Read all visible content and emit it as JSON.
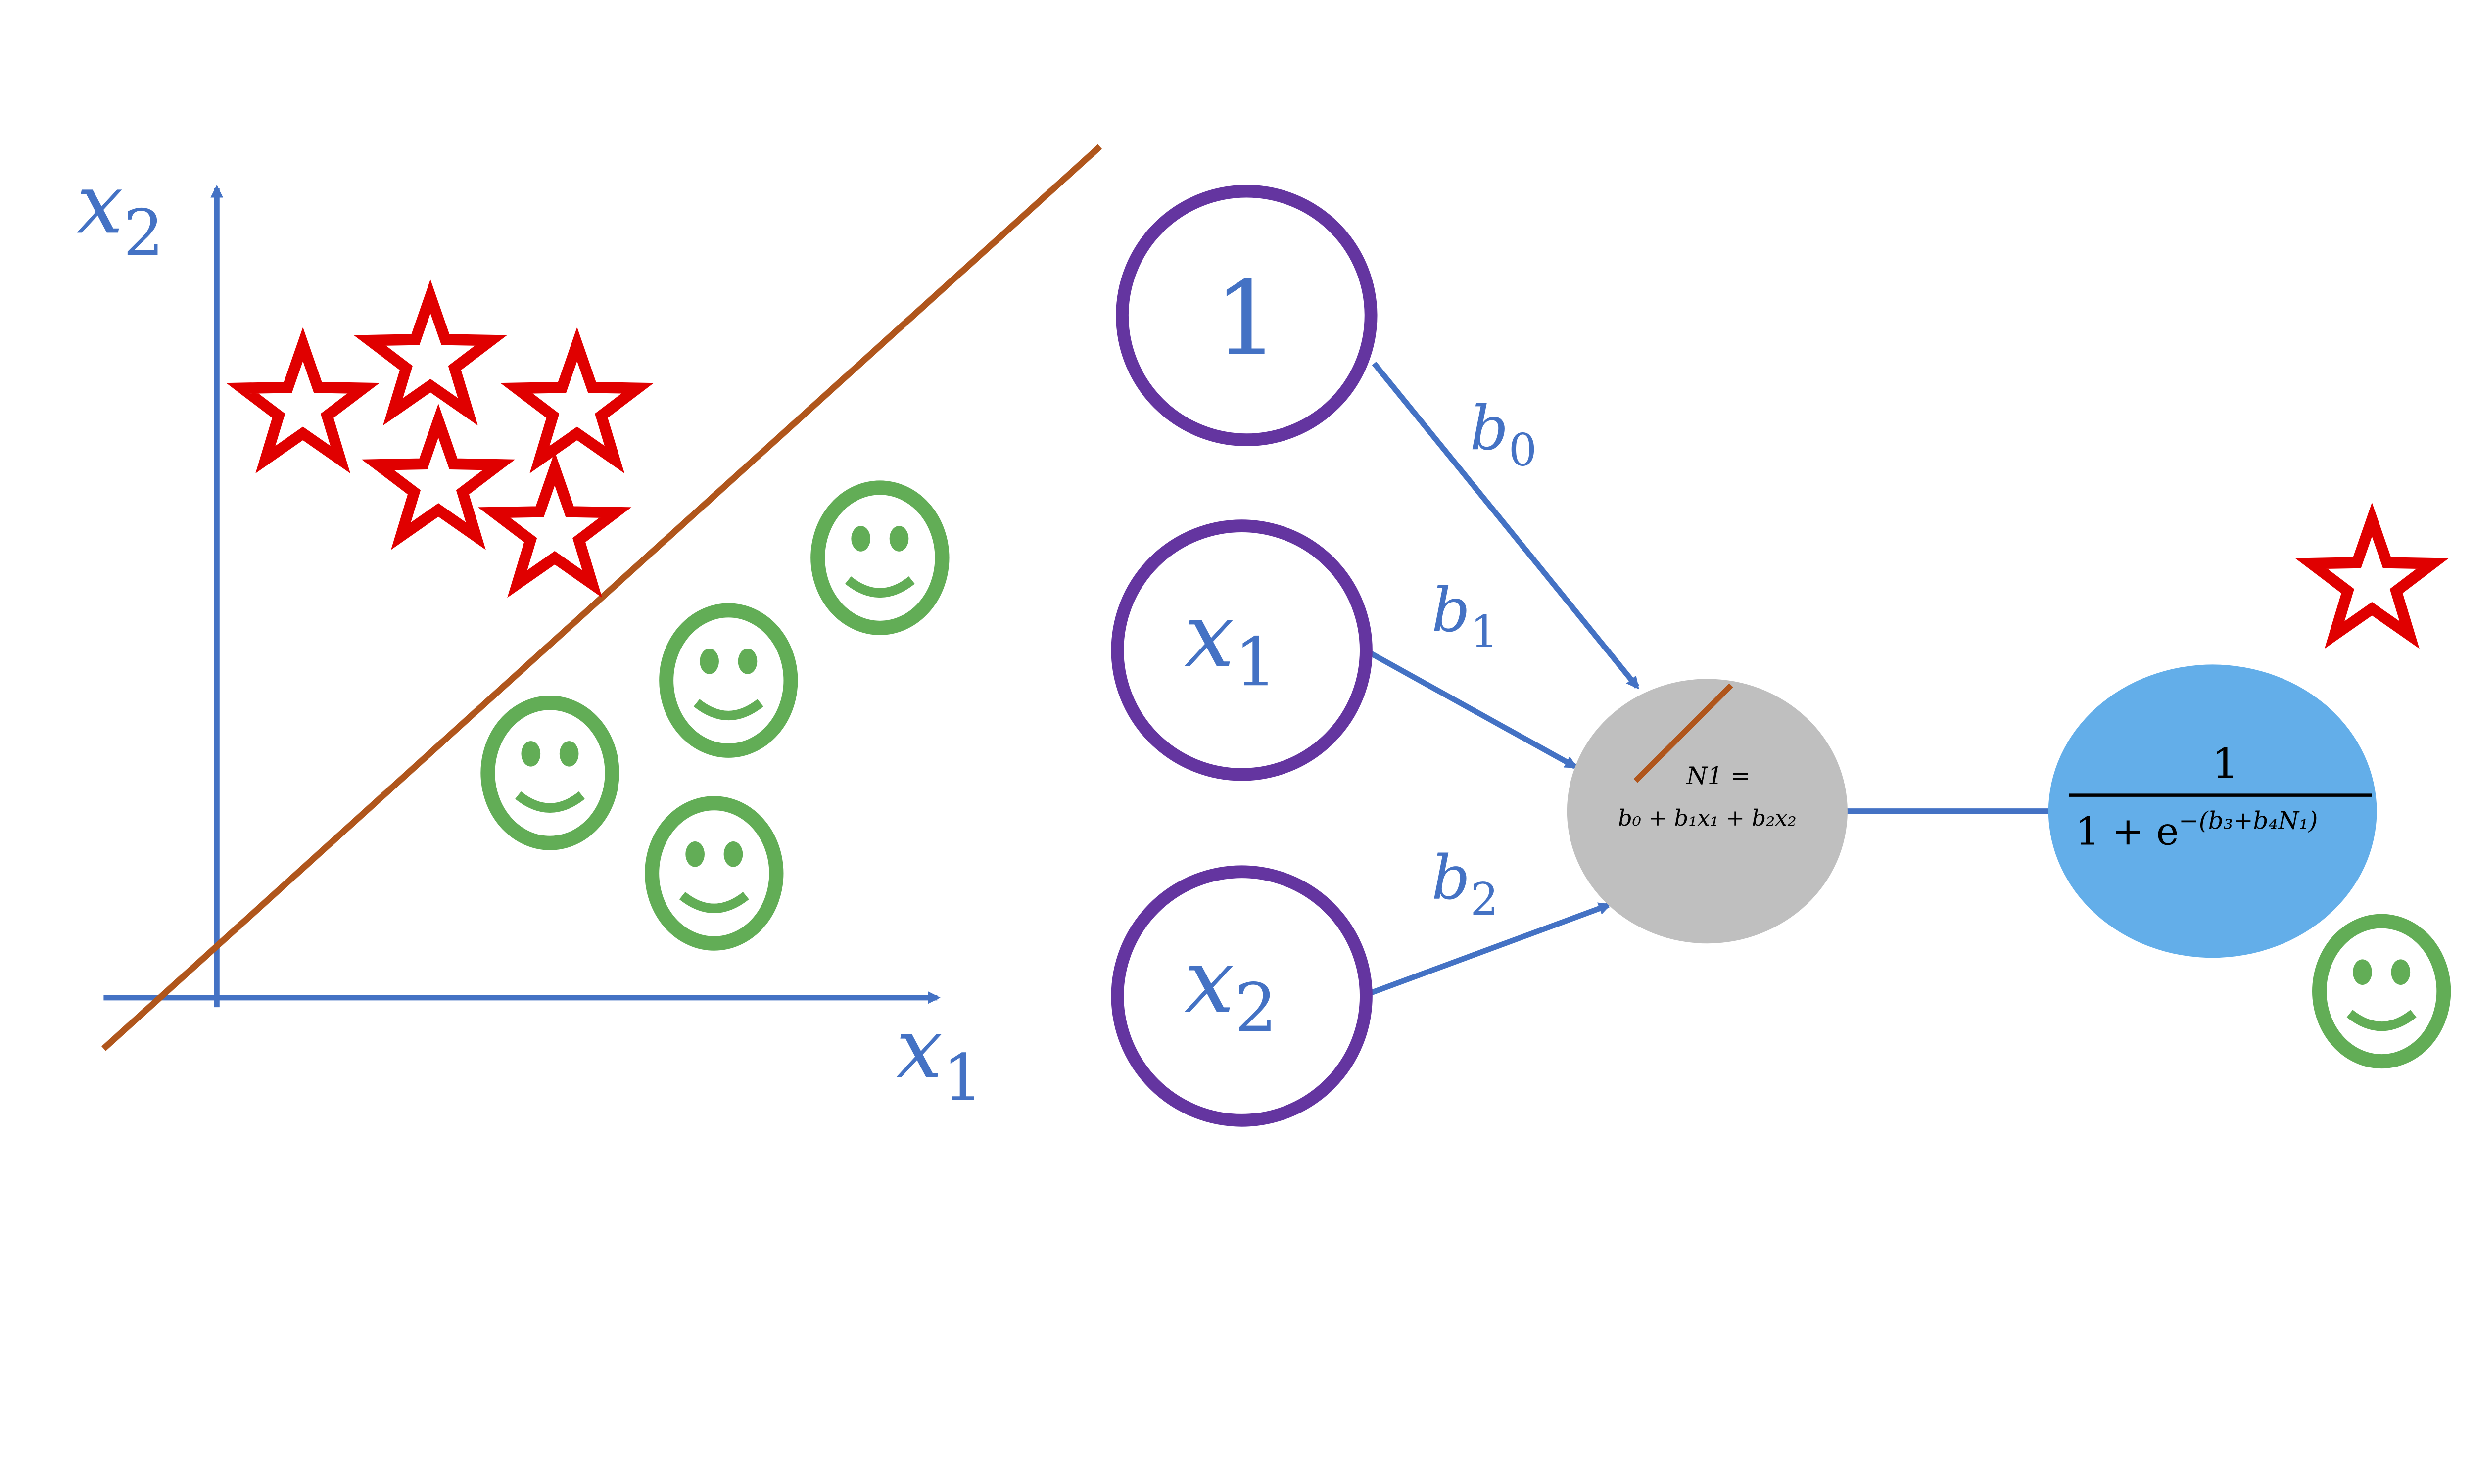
{
  "colors": {
    "axis": "#4472c4",
    "boundary": "#b0561c",
    "star": "#e00000",
    "smiley": "#62ad56",
    "node_stroke": "#6435a0",
    "hidden_node": "#bfbfbf",
    "output_node": "#63aee9"
  },
  "plot": {
    "y_axis_label": "x",
    "y_axis_sub": "2",
    "x_axis_label": "x",
    "x_axis_sub": "1"
  },
  "inputs": [
    {
      "label": "1",
      "sub": ""
    },
    {
      "label": "x",
      "sub": "1"
    },
    {
      "label": "x",
      "sub": "2"
    }
  ],
  "weights": [
    {
      "label": "b",
      "sub": "0"
    },
    {
      "label": "b",
      "sub": "1"
    },
    {
      "label": "b",
      "sub": "2"
    }
  ],
  "hidden": {
    "line1": "N1 =",
    "line2": "b₀ + b₁x₁ + b₂x₂"
  },
  "output": {
    "numerator": "1",
    "denominator": "1 + e",
    "exponent": "−(b₃+b₄N₁)"
  }
}
